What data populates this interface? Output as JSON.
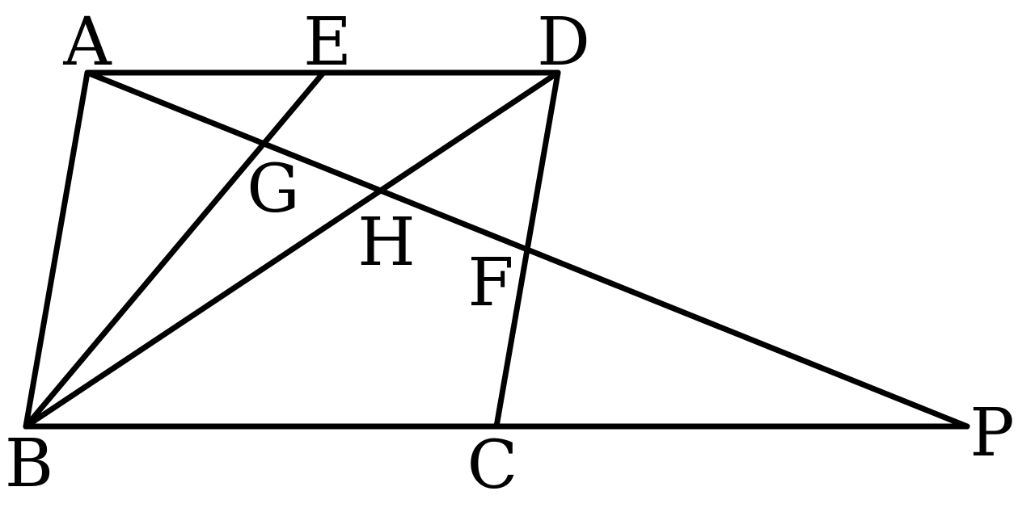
{
  "figure": {
    "stroke_color": "#000000",
    "background": "#ffffff",
    "points": {
      "A": "A",
      "B": "B",
      "C": "C",
      "D": "D",
      "E": "E",
      "F": "F",
      "G": "G",
      "H": "H",
      "P": "P"
    },
    "segments": [
      {
        "from": "A",
        "to": "D"
      },
      {
        "from": "A",
        "to": "B"
      },
      {
        "from": "B",
        "to": "P"
      },
      {
        "from": "D",
        "to": "C"
      },
      {
        "from": "A",
        "to": "P"
      },
      {
        "from": "B",
        "to": "E"
      },
      {
        "from": "B",
        "to": "D"
      }
    ]
  }
}
